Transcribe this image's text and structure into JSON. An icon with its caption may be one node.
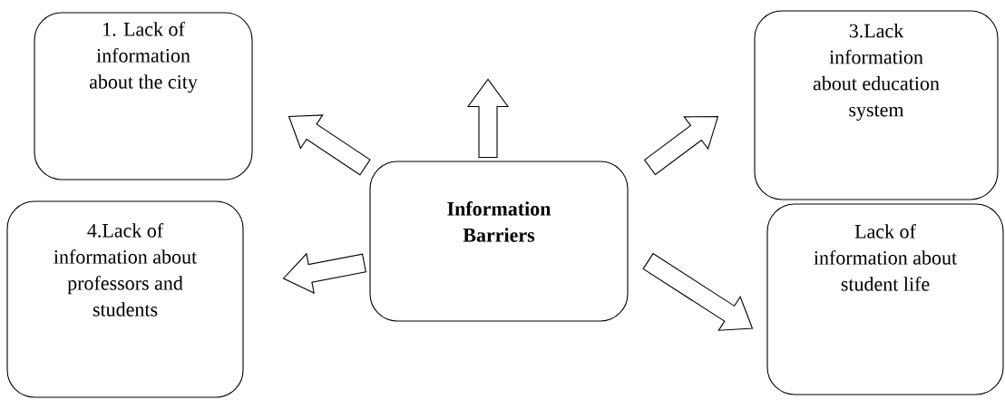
{
  "diagram": {
    "nodes": [
      {
        "text": [
          "1. Lack of information about the city"
        ]
      },
      {
        "text": [
          "3.Lack information about education system"
        ]
      },
      {
        "text": [
          "Information Barriers"
        ]
      },
      {
        "text": [
          "4.Lack of information about professors and students"
        ]
      },
      {
        "text": [
          "Lack of information about student life"
        ]
      }
    ],
    "edges": [
      {
        "from": 2,
        "to": 0,
        "arrow": "to"
      },
      {
        "from": 2,
        "to": null,
        "arrow": "to"
      },
      {
        "from": 2,
        "to": 1,
        "arrow": "to"
      },
      {
        "from": 2,
        "to": 3,
        "arrow": "to"
      },
      {
        "from": 2,
        "to": 4,
        "arrow": "to"
      }
    ]
  }
}
